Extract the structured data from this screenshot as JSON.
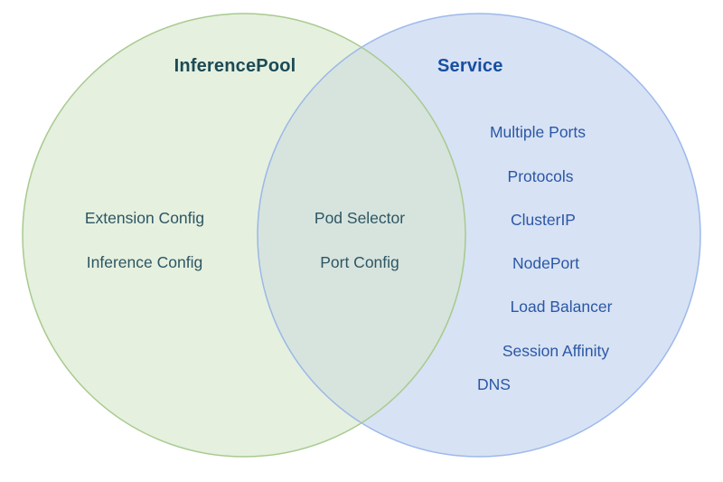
{
  "diagram": {
    "type": "venn",
    "left_circle": {
      "title": "InferencePool",
      "items": [
        "Extension Config",
        "Inference Config"
      ],
      "fill": "#e5f0df",
      "stroke": "#a8ca8e",
      "title_color": "#1b4a55",
      "text_color": "#2d5663"
    },
    "right_circle": {
      "title": "Service",
      "items": [
        "Multiple Ports",
        "Protocols",
        "ClusterIP",
        "NodePort",
        "Load Balancer",
        "Session Affinity",
        "DNS"
      ],
      "fill": "#d7e2f4",
      "stroke": "#8fafe9",
      "title_color": "#174ea0",
      "text_color": "#2b57a5"
    },
    "intersection": {
      "items": [
        "Pod Selector",
        "Port Config"
      ],
      "fill": "#d7e4dd",
      "text_color": "#2d5663"
    }
  }
}
